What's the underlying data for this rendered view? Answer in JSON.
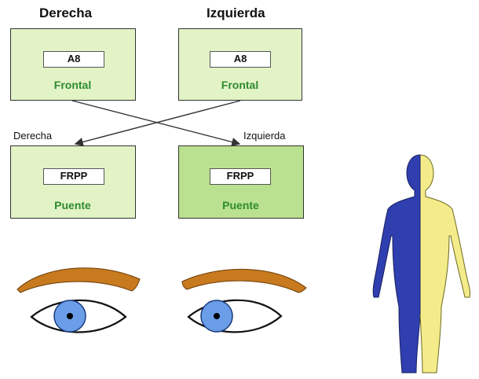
{
  "colors": {
    "box_light": "#e2f3c6",
    "box_highlight": "#b9e18f",
    "region_text": "#2e8b2e",
    "eyebrow": "#c87a1e",
    "iris": "#6b9ee8",
    "body_left": "#2f3fb0",
    "body_right": "#f4ec8a"
  },
  "top": {
    "left_heading": "Derecha",
    "right_heading": "Izquierda",
    "left_box": {
      "inner": "A8",
      "region": "Frontal"
    },
    "right_box": {
      "inner": "A8",
      "region": "Frontal"
    }
  },
  "bottom": {
    "left_label": "Derecha",
    "right_label": "Izquierda",
    "left_box": {
      "inner": "FRPP",
      "region": "Puente"
    },
    "right_box": {
      "inner": "FRPP",
      "region": "Puente"
    }
  },
  "icons": {
    "left_eye": "eye-icon",
    "right_eye": "eye-icon",
    "human_figure": "human-body-icon"
  }
}
